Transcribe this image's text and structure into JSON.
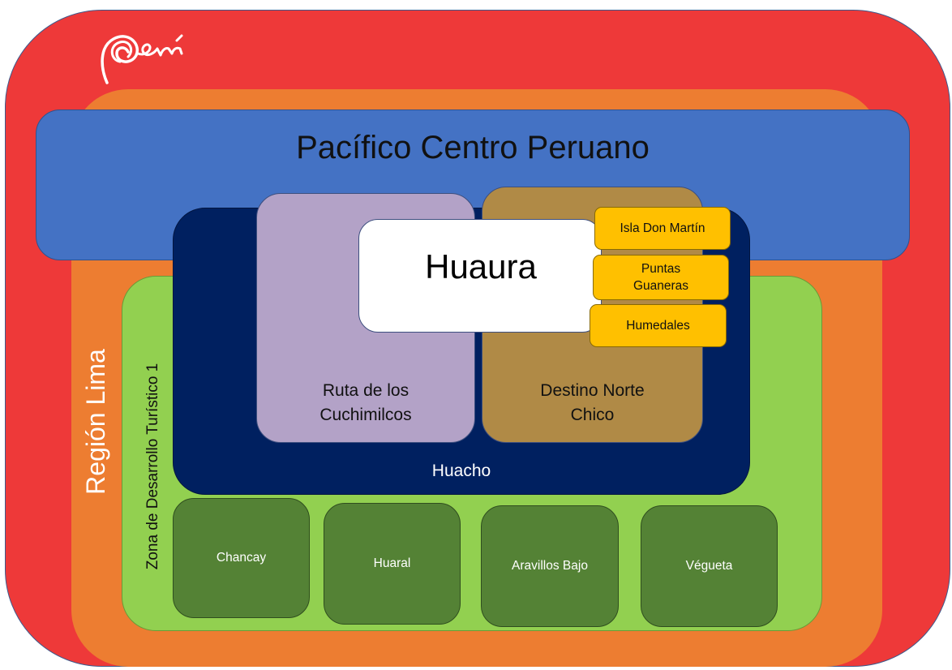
{
  "logo_text": "Perú",
  "colors": {
    "outer": "#ee3939",
    "orange": "#ed7d31",
    "blue": "#4472c4",
    "green": "#92d050",
    "navy": "#002060",
    "lavender": "#b3a2c7",
    "brown": "#b08a46",
    "yellow": "#ffc000",
    "dark_green": "#548235"
  },
  "outer_label": "Región Lima",
  "band_title": "Pacífico Centro Peruano",
  "zone_label": "Zona de Desarrollo Turístico 1",
  "hub": {
    "label": "Huacho",
    "center": "Huaura",
    "routes": [
      {
        "label": "Ruta de los\nCuchimilcos"
      },
      {
        "label": "Destino Norte\nChico"
      }
    ],
    "attractions": [
      "Isla Don Martín",
      "Puntas\nGuaneras",
      "Humedales"
    ]
  },
  "districts": [
    "Chancay",
    "Huaral",
    "Aravillos Bajo",
    "Végueta"
  ]
}
